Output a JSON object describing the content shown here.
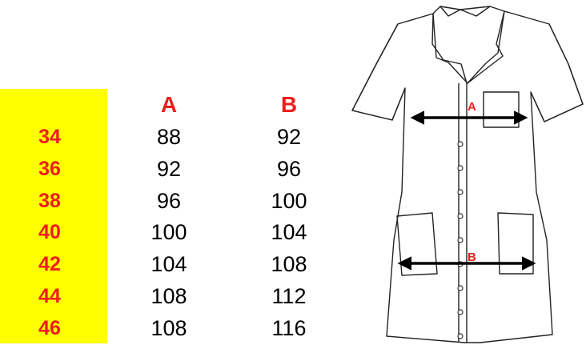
{
  "table": {
    "headers": [
      "A",
      "B"
    ],
    "rows": [
      {
        "size": "34",
        "a": "88",
        "b": "92"
      },
      {
        "size": "36",
        "a": "92",
        "b": "96"
      },
      {
        "size": "38",
        "a": "96",
        "b": "100"
      },
      {
        "size": "40",
        "a": "100",
        "b": "104"
      },
      {
        "size": "42",
        "a": "104",
        "b": "108"
      },
      {
        "size": "44",
        "a": "108",
        "b": "112"
      },
      {
        "size": "46",
        "a": "108",
        "b": "116"
      }
    ]
  },
  "diagram": {
    "label_a": "A",
    "label_b": "B"
  },
  "colors": {
    "size_background": "#ffff00",
    "accent_red": "#ee1c1c"
  }
}
